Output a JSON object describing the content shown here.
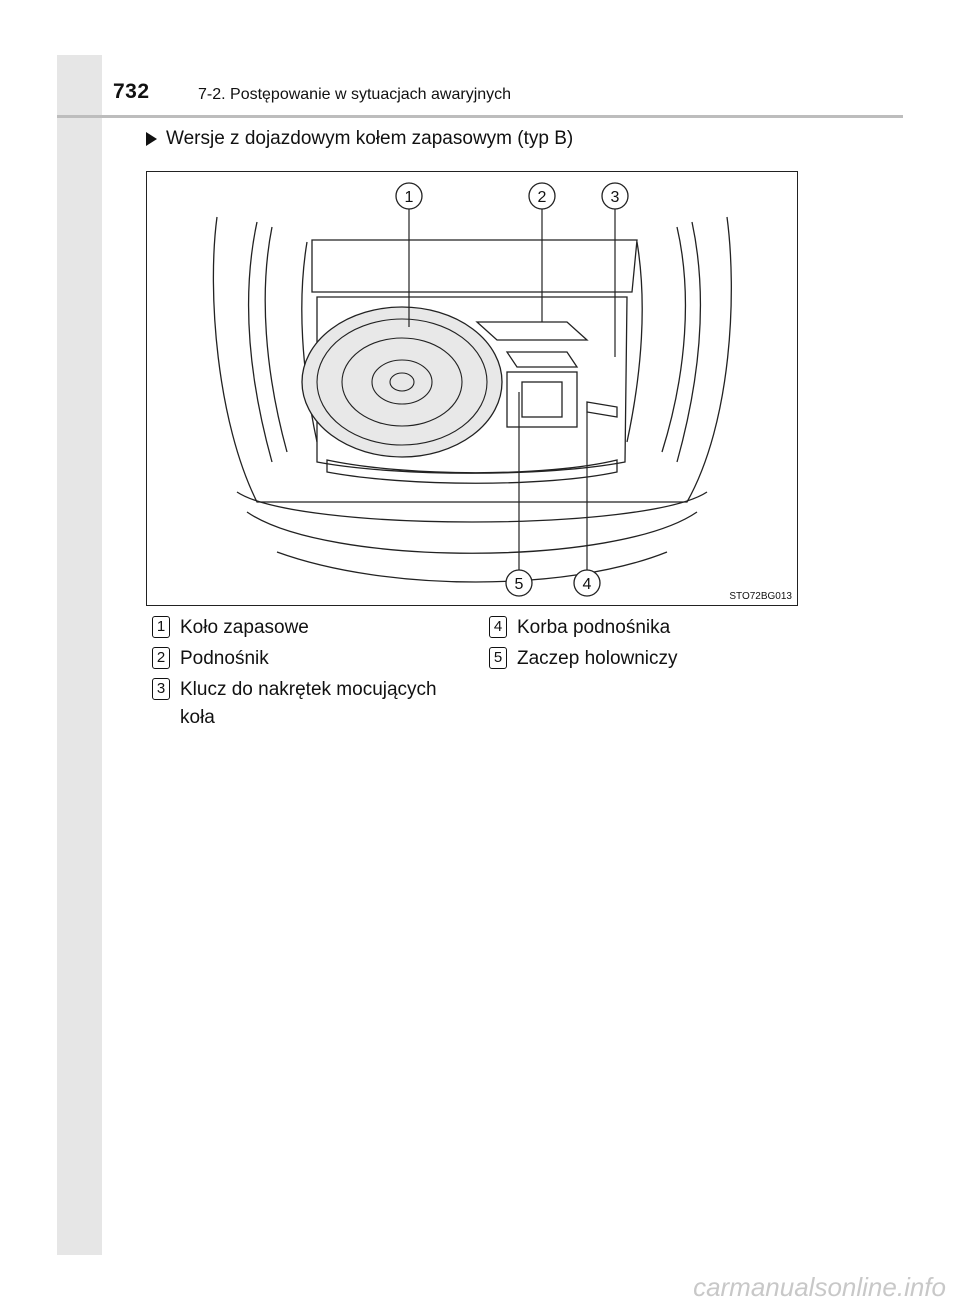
{
  "header": {
    "page_number": "732",
    "section_title": "7-2. Postępowanie w sytuacjach awaryjnych"
  },
  "subheading": "Wersje z dojazdowym kołem zapasowym (typ B)",
  "figure": {
    "code": "STO72BG013",
    "callouts": [
      "1",
      "2",
      "3",
      "4",
      "5"
    ]
  },
  "legend": [
    {
      "num": "1",
      "text": "Koło zapasowe"
    },
    {
      "num": "2",
      "text": "Podnośnik"
    },
    {
      "num": "3",
      "text": "Klucz do nakrętek mocujących koła"
    },
    {
      "num": "4",
      "text": "Korba podnośnika"
    },
    {
      "num": "5",
      "text": "Zaczep holowniczy"
    }
  ],
  "watermark": "carmanualsonline.info"
}
